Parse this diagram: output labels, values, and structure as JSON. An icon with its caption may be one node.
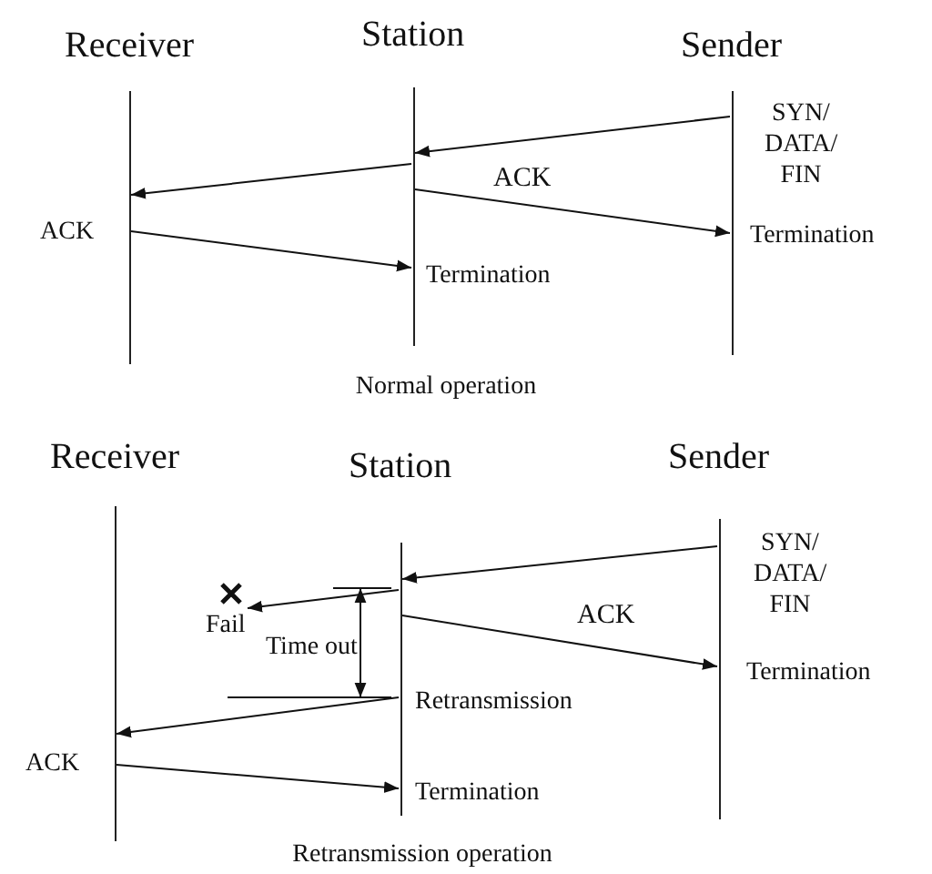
{
  "diagram": {
    "nodes": [
      {
        "text": [
          "Receiver"
        ]
      },
      {
        "text": [
          "Station"
        ]
      },
      {
        "text": [
          "Sender"
        ]
      },
      {
        "text": [
          "Receiver"
        ]
      },
      {
        "text": [
          "Station"
        ]
      },
      {
        "text": [
          "Sender"
        ]
      },
      {
        "text": [],
        "shape": "cross",
        "beside": [
          "Fail"
        ]
      }
    ],
    "edges": [
      {
        "from": 2,
        "to": 1,
        "arrow": "to"
      },
      {
        "from": 1,
        "to": 0,
        "arrow": "to"
      },
      {
        "from": 1,
        "to": 2,
        "arrow": "to",
        "label": "ACK"
      },
      {
        "from": 0,
        "to": 1,
        "arrow": "to"
      },
      {
        "from": 5,
        "to": 4,
        "arrow": "to"
      },
      {
        "from": 4,
        "to": 6,
        "arrow": "to"
      },
      {
        "from": 4,
        "to": 5,
        "arrow": "to",
        "label": "ACK"
      },
      {
        "from": 4,
        "to": 3,
        "arrow": "to"
      },
      {
        "from": 3,
        "to": 4,
        "arrow": "to"
      }
    ],
    "labels": [
      "SYN/ DATA/ FIN",
      "ACK",
      "Termination",
      "Termination",
      "Normal operation",
      "SYN/ DATA/ FIN",
      "Time out",
      "Retransmission",
      "Termination",
      "ACK",
      "Termination",
      "Retransmission operation"
    ]
  }
}
